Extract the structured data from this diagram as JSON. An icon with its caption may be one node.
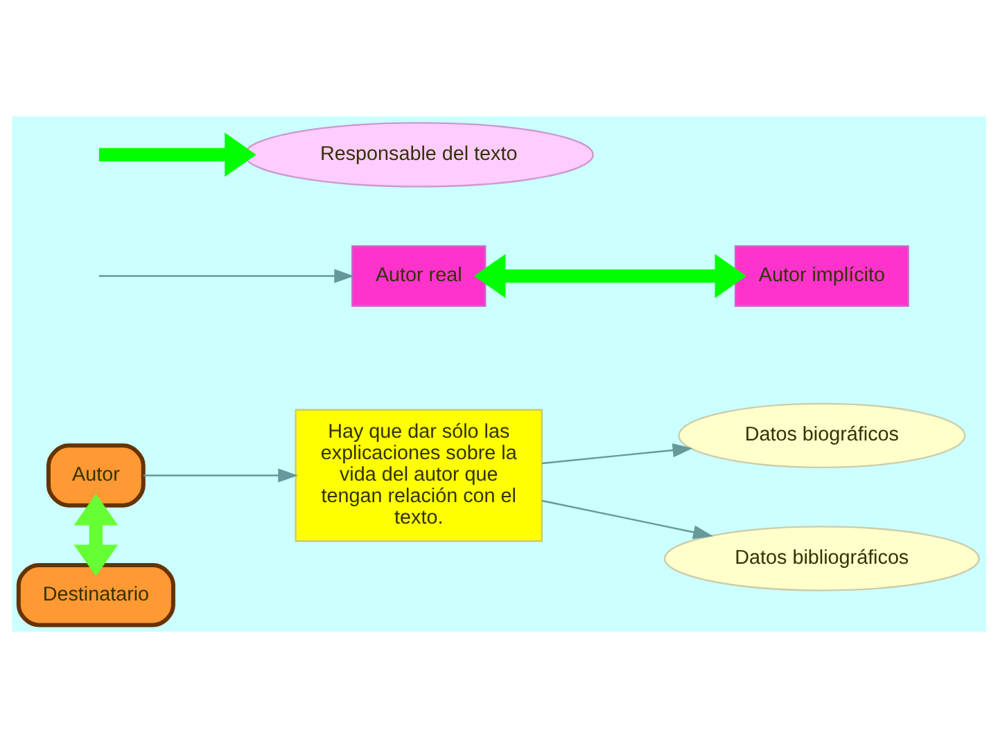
{
  "diagram": {
    "nodes": [
      {
        "text": [
          "Autor"
        ]
      },
      {
        "text": [
          "Hay que dar sólo las explicaciones sobre la vida del autor que tengan relación con el texto."
        ]
      },
      {
        "text": [
          "Datos biográficos"
        ]
      },
      {
        "text": [
          "Datos bibliográficos"
        ]
      },
      {
        "text": [
          "Destinatario"
        ]
      },
      {
        "text": [
          "Autor real"
        ]
      },
      {
        "text": [
          "Autor implícito"
        ]
      },
      {
        "text": [
          "Responsable del texto"
        ]
      }
    ],
    "edges": [
      {
        "from": 0,
        "to": 1,
        "arrow": "to"
      },
      {
        "from": 1,
        "to": 2,
        "arrow": "to"
      },
      {
        "from": 1,
        "to": 3,
        "arrow": "to"
      },
      {
        "from": 0,
        "to": 4,
        "arrow": "both",
        "style": "thick",
        "color": "#66ff33"
      },
      {
        "from": null,
        "to": 5,
        "arrow": "to"
      },
      {
        "from": 5,
        "to": 6,
        "arrow": "both",
        "style": "thick",
        "color": "#00ff00"
      },
      {
        "from": null,
        "to": 7,
        "arrow": "to",
        "style": "thick",
        "color": "#00ff00"
      }
    ]
  }
}
